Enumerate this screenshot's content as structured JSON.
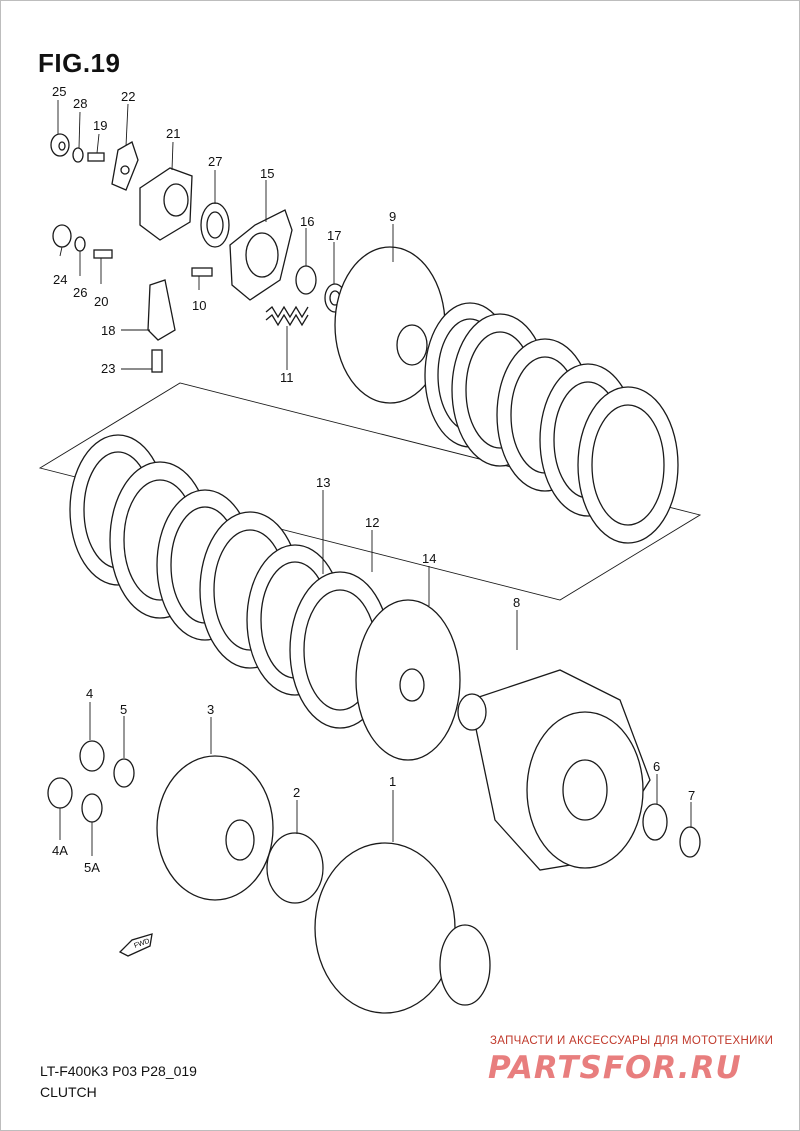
{
  "figure": {
    "title": "FIG.19"
  },
  "footer": {
    "model_code": "LT-F400K3 P03 P28_019",
    "caption": "CLUTCH"
  },
  "watermark": {
    "top_text": "ЗАПЧАСТИ И АКСЕССУАРЫ ДЛЯ МОТОТЕХНИКИ",
    "logo_text": "PARTSFOR.RU"
  },
  "direction_marker": {
    "label": "FWD"
  },
  "callouts": [
    "1",
    "2",
    "3",
    "4",
    "4A",
    "5",
    "5A",
    "6",
    "7",
    "8",
    "9",
    "10",
    "11",
    "12",
    "13",
    "14",
    "15",
    "16",
    "17",
    "18",
    "19",
    "20",
    "21",
    "22",
    "23",
    "24",
    "25",
    "26",
    "27",
    "28"
  ]
}
